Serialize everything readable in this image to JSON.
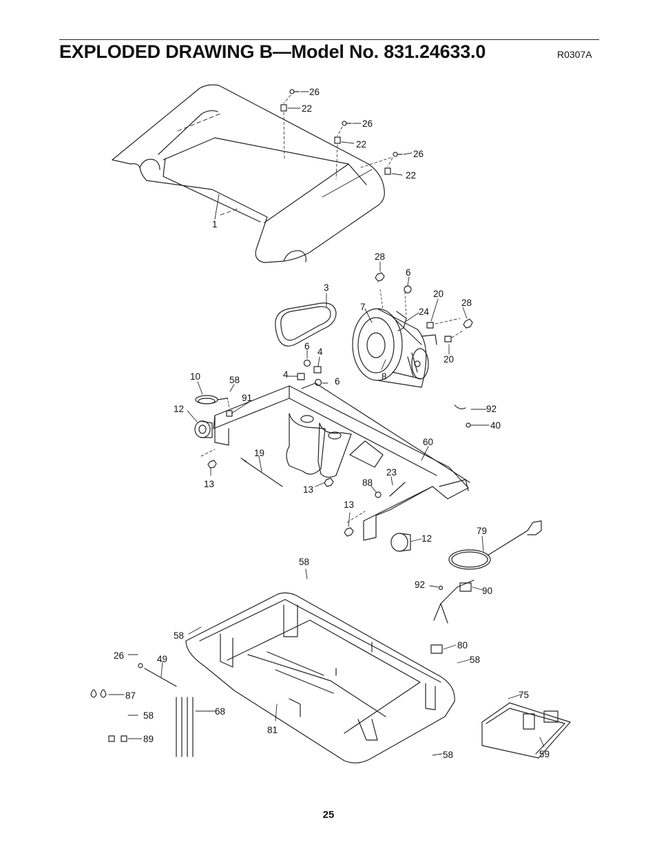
{
  "header": {
    "title": "EXPLODED DRAWING B—Model No. 831.24633.0",
    "drawing_code": "R0307A"
  },
  "footer": {
    "page_number": "25"
  },
  "callouts": {
    "c26a": "26",
    "c22a": "22",
    "c26b": "26",
    "c22b": "22",
    "c26c": "26",
    "c22c": "22",
    "c1": "1",
    "c28a": "28",
    "c6a": "6",
    "c3": "3",
    "c7": "7",
    "c24": "24",
    "c20a": "20",
    "c28b": "28",
    "c20b": "20",
    "c6b": "6",
    "c4a": "4",
    "c4b": "4",
    "c6c": "6",
    "c8": "8",
    "c10": "10",
    "c58a": "58",
    "c91": "91",
    "c12a": "12",
    "c92a": "92",
    "c40": "40",
    "c60": "60",
    "c19": "19",
    "c13a": "13",
    "c13b": "13",
    "c88": "88",
    "c23": "23",
    "c13c": "13",
    "c12b": "12",
    "c79": "79",
    "c58b": "58",
    "c92b": "92",
    "c90": "90",
    "c58c": "58",
    "c26d": "26",
    "c49": "49",
    "c80": "80",
    "c58d": "58",
    "c87": "87",
    "c75": "75",
    "c58e": "58",
    "c68": "68",
    "c81": "81",
    "c89": "89",
    "c58f": "58",
    "c59": "59"
  }
}
